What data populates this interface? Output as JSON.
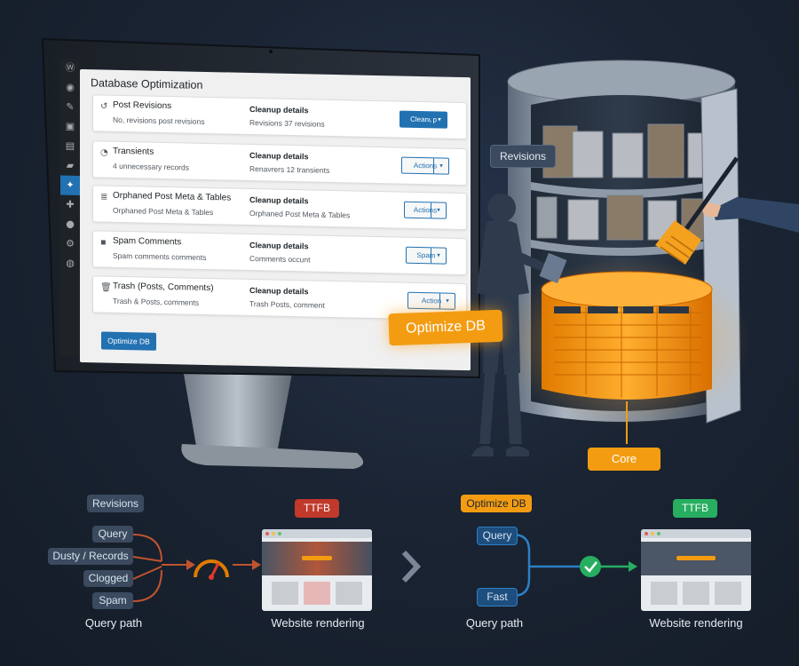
{
  "panel": {
    "title": "Database Optimization",
    "rows": [
      {
        "icon": "history-icon",
        "title": "Post Revisions",
        "sub": "No, revisions post revisions",
        "detail_title": "Cleanup details",
        "detail_sub": "Revisions 37 revisions",
        "button": "Cleanup",
        "primary": true
      },
      {
        "icon": "clock-icon",
        "title": "Transients",
        "sub": "4 unnecessary records",
        "detail_title": "Cleanup details",
        "detail_sub": "Renavrers 12 transients",
        "button": "Actions",
        "primary": false
      },
      {
        "icon": "database-icon",
        "title": "Orphaned Post Meta & Tables",
        "sub": "Orphaned Post Meta & Tables",
        "detail_title": "Cleanup details",
        "detail_sub": "Orphaned Post Meta & Tables",
        "button": "Actions",
        "primary": false
      },
      {
        "icon": "comment-icon",
        "title": "Spam Comments",
        "sub": "Spam comments comments",
        "detail_title": "Cleanup details",
        "detail_sub": "Comments occunt",
        "button": "Spam",
        "primary": false
      },
      {
        "icon": "trash-icon",
        "title": "Trash (Posts, Comments)",
        "sub": "Trash & Posts, comments",
        "detail_title": "Cleanup details",
        "detail_sub": "Trash Posts, comment",
        "button": "Action",
        "primary": false
      }
    ],
    "optimize_button": "Optimize DB"
  },
  "scene": {
    "revisions_tag": "Revisions",
    "optimize_tag": "Optimize DB",
    "core_tag": "Core"
  },
  "before": {
    "header": "Revisions",
    "inputs": [
      "Query",
      "Dusty / Records",
      "Clogged",
      "Spam"
    ],
    "ttfb": "TTFB",
    "query_label": "Query path",
    "render_label": "Website rendering"
  },
  "after": {
    "header": "Optimize DB",
    "inputs": [
      "Query",
      "Fast"
    ],
    "ttfb": "TTFB",
    "query_label": "Query path",
    "render_label": "Website rendering"
  },
  "colors": {
    "wp_blue": "#2271b1",
    "orange": "#f39c12",
    "ttfb_red": "#c0392b",
    "ttfb_green": "#27ae60",
    "bg": "#17202d"
  }
}
